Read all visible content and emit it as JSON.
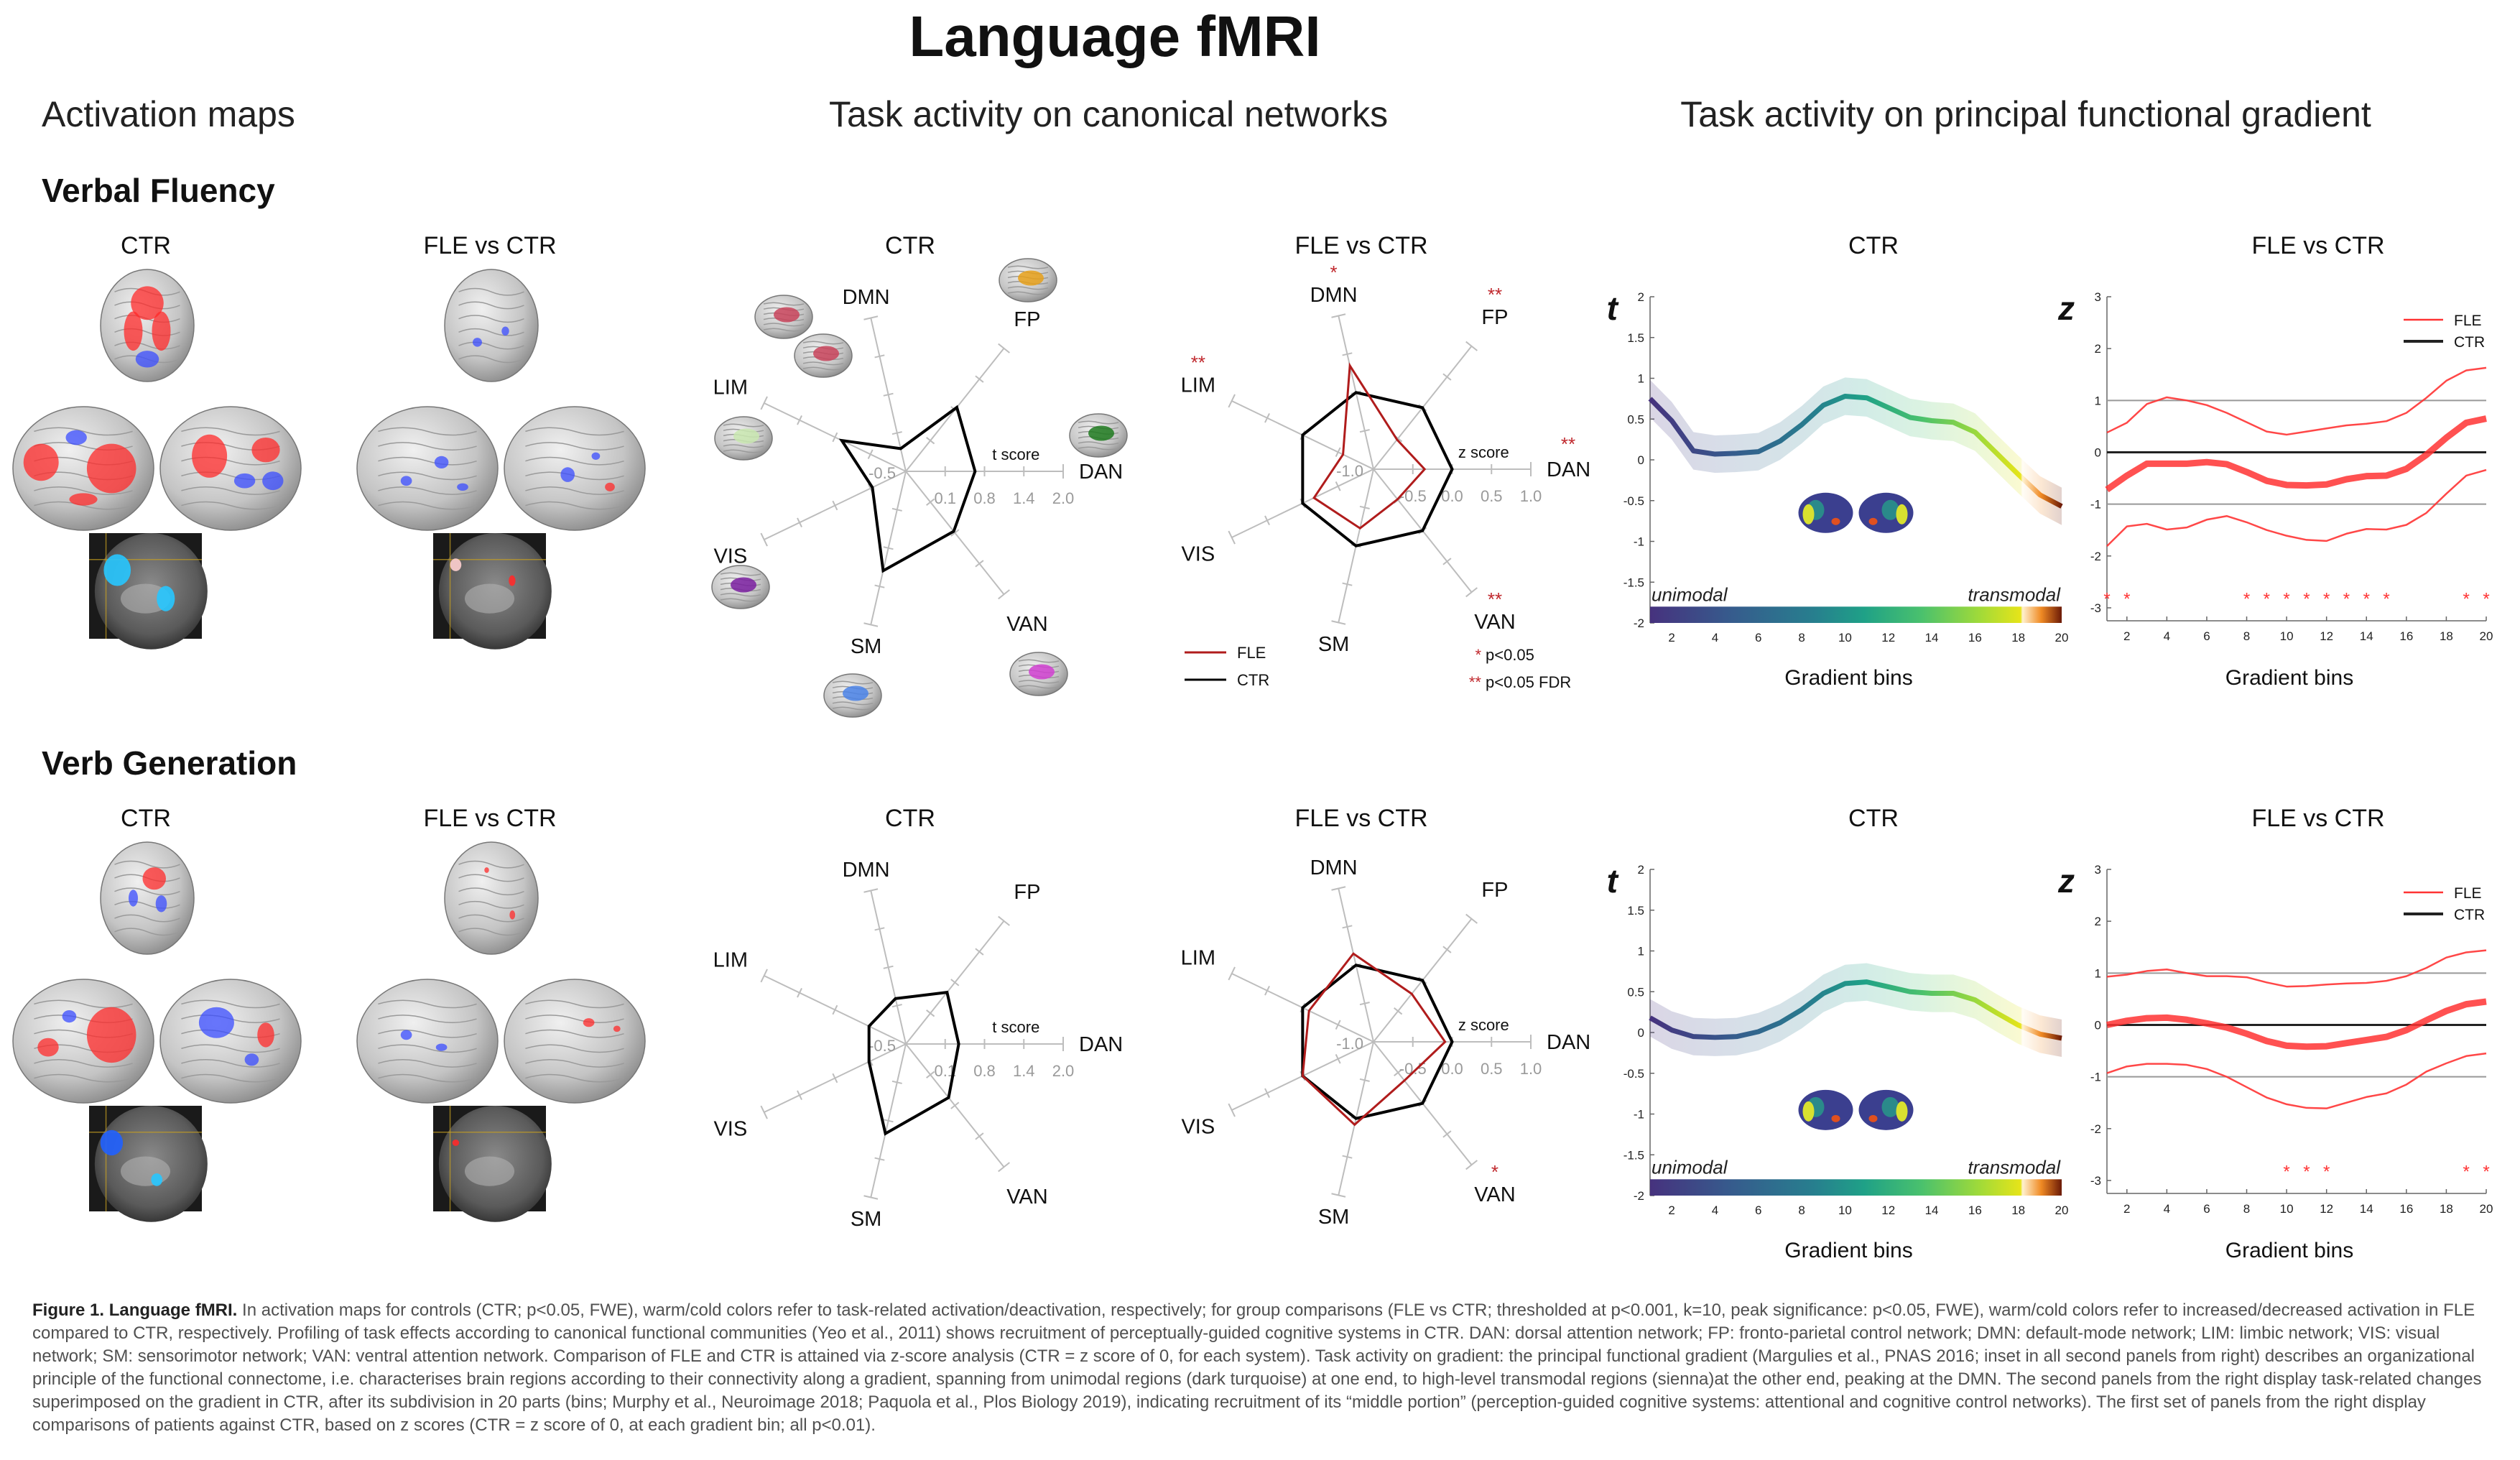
{
  "title": "Language fMRI",
  "sections": {
    "activation": "Activation maps",
    "networks": "Task activity on canonical networks",
    "gradient": "Task activity on principal functional gradient"
  },
  "rows": [
    {
      "name": "Verbal Fluency",
      "panels": {
        "act_ctr": "CTR",
        "act_fle": "FLE vs CTR",
        "net_ctr": "CTR",
        "net_fle": "FLE vs CTR",
        "grad_ctr": "CTR",
        "grad_fle": "FLE vs CTR"
      }
    },
    {
      "name": "Verb Generation",
      "panels": {
        "act_ctr": "CTR",
        "act_fle": "FLE vs CTR",
        "net_ctr": "CTR",
        "net_fle": "FLE vs CTR",
        "grad_ctr": "CTR",
        "grad_fle": "FLE vs CTR"
      }
    }
  ],
  "colors": {
    "fle": "#b01c1c",
    "ctr": "#000000",
    "fle_gradient": "#ff3333",
    "star": "#c0282d"
  },
  "network_colors": {
    "DMN": "#c8435a",
    "FP": "#e6a01a",
    "DAN": "#1f7a1f",
    "LIM": "#c9e8b0",
    "VIS": "#7a1fa0",
    "SM": "#4a82e8",
    "VAN": "#d040d0"
  },
  "chart_data": [
    {
      "type": "radar",
      "row": "Verbal Fluency",
      "title": "CTR",
      "axes": [
        "DAN",
        "FP",
        "DMN",
        "LIM",
        "VIS",
        "SM",
        "VAN"
      ],
      "scale_label": "t score",
      "range": [
        -0.5,
        2.0
      ],
      "tick_labels": [
        "-0.5",
        "0.1",
        "0.8",
        "1.4",
        "2.0"
      ],
      "series": [
        {
          "name": "CTR",
          "color": "#000000",
          "values": [
            0.6,
            0.8,
            -0.13,
            0.63,
            0.09,
            1.12,
            0.72
          ]
        }
      ],
      "stars": {}
    },
    {
      "type": "radar",
      "row": "Verbal Fluency",
      "title": "FLE vs CTR",
      "axes": [
        "DAN",
        "FP",
        "DMN",
        "LIM",
        "VIS",
        "SM",
        "VAN"
      ],
      "scale_label": "z score",
      "range": [
        -1.0,
        1.0
      ],
      "tick_labels": [
        "-1.0",
        "-0.5",
        "0.0",
        "0.5",
        "1.0"
      ],
      "series": [
        {
          "name": "CTR",
          "color": "#000000",
          "values": [
            0,
            0,
            0,
            0,
            0,
            0,
            0
          ]
        },
        {
          "name": "FLE",
          "color": "#b01c1c",
          "values": [
            -0.35,
            -0.52,
            0.35,
            -0.57,
            -0.16,
            -0.23,
            -0.51
          ]
        }
      ],
      "stars": {
        "DAN": "**",
        "FP": "**",
        "DMN": "*",
        "LIM": "**",
        "VAN": "**"
      },
      "legend": [
        {
          "label": "FLE",
          "color": "#b01c1c"
        },
        {
          "label": "CTR",
          "color": "#000000"
        }
      ],
      "significance_legend": [
        {
          "mark": "*",
          "label": "p<0.05"
        },
        {
          "mark": "**",
          "label": "p<0.05 FDR"
        }
      ]
    },
    {
      "type": "line",
      "row": "Verbal Fluency",
      "title": "CTR",
      "ylabel": "t",
      "xlabel": "Gradient bins",
      "x": [
        1,
        2,
        3,
        4,
        5,
        6,
        7,
        8,
        9,
        10,
        11,
        12,
        13,
        14,
        15,
        16,
        17,
        18,
        19,
        20
      ],
      "xticks": [
        "2",
        "4",
        "6",
        "8",
        "10",
        "12",
        "14",
        "16",
        "18",
        "20"
      ],
      "ylim": [
        -2,
        2
      ],
      "yticks": [
        "2",
        "1.5",
        "1",
        "0.5",
        "0",
        "-0.5",
        "-1",
        "-1.5",
        "-2"
      ],
      "series": [
        {
          "name": "CTR",
          "values": [
            0.75,
            0.48,
            0.11,
            0.07,
            0.08,
            0.1,
            0.23,
            0.43,
            0.67,
            0.78,
            0.76,
            0.64,
            0.52,
            0.48,
            0.46,
            0.34,
            0.08,
            -0.18,
            -0.43,
            -0.57
          ],
          "band_halfwidth": 0.23
        }
      ],
      "colorbar": {
        "left": "unimodal",
        "right": "transmodal"
      }
    },
    {
      "type": "line",
      "row": "Verbal Fluency",
      "title": "FLE vs CTR",
      "ylabel": "z",
      "xlabel": "Gradient bins",
      "x": [
        1,
        2,
        3,
        4,
        5,
        6,
        7,
        8,
        9,
        10,
        11,
        12,
        13,
        14,
        15,
        16,
        17,
        18,
        19,
        20
      ],
      "xticks": [
        "2",
        "4",
        "6",
        "8",
        "10",
        "12",
        "14",
        "16",
        "18",
        "20"
      ],
      "ylim": [
        -3.25,
        3
      ],
      "yticks": [
        "3",
        "2",
        "1",
        "0",
        "-1",
        "-2",
        "-3"
      ],
      "series": [
        {
          "name": "FLE",
          "values": [
            -0.72,
            -0.45,
            -0.22,
            -0.22,
            -0.22,
            -0.19,
            -0.23,
            -0.38,
            -0.55,
            -0.63,
            -0.64,
            -0.62,
            -0.52,
            -0.46,
            -0.45,
            -0.32,
            -0.05,
            0.28,
            0.57,
            0.65
          ],
          "upper": [
            0.38,
            0.57,
            0.93,
            1.06,
            1.0,
            0.91,
            0.76,
            0.58,
            0.4,
            0.34,
            0.4,
            0.46,
            0.52,
            0.55,
            0.6,
            0.76,
            1.05,
            1.38,
            1.58,
            1.63
          ],
          "lower": [
            -1.81,
            -1.43,
            -1.38,
            -1.49,
            -1.45,
            -1.3,
            -1.23,
            -1.35,
            -1.5,
            -1.61,
            -1.69,
            -1.71,
            -1.57,
            -1.48,
            -1.49,
            -1.4,
            -1.17,
            -0.8,
            -0.45,
            -0.34
          ]
        },
        {
          "name": "CTR",
          "values": [
            0,
            0,
            0,
            0,
            0,
            0,
            0,
            0,
            0,
            0,
            0,
            0,
            0,
            0,
            0,
            0,
            0,
            0,
            0,
            0
          ]
        }
      ],
      "reference_lines": [
        1,
        -1
      ],
      "significant_bins": [
        1,
        2,
        8,
        9,
        10,
        11,
        12,
        13,
        14,
        15,
        19,
        20
      ],
      "legend": [
        {
          "label": "FLE",
          "color": "#ff3333"
        },
        {
          "label": "CTR",
          "color": "#222222"
        }
      ]
    },
    {
      "type": "radar",
      "row": "Verb Generation",
      "title": "CTR",
      "axes": [
        "DAN",
        "FP",
        "DMN",
        "LIM",
        "VIS",
        "SM",
        "VAN"
      ],
      "scale_label": "t score",
      "range": [
        -0.5,
        2.0
      ],
      "tick_labels": [
        "-0.5",
        "0.1",
        "0.8",
        "1.4",
        "2.0"
      ],
      "series": [
        {
          "name": "CTR",
          "color": "#000000",
          "values": [
            0.34,
            0.55,
            0.24,
            0.15,
            0.15,
            0.96,
            0.59
          ]
        }
      ],
      "stars": {}
    },
    {
      "type": "radar",
      "row": "Verb Generation",
      "title": "FLE vs CTR",
      "axes": [
        "DAN",
        "FP",
        "DMN",
        "LIM",
        "VIS",
        "SM",
        "VAN"
      ],
      "scale_label": "z score",
      "range": [
        -1.0,
        1.0
      ],
      "tick_labels": [
        "-1.0",
        "-0.5",
        "0.0",
        "0.5",
        "1.0"
      ],
      "series": [
        {
          "name": "CTR",
          "color": "#000000",
          "values": [
            0,
            0,
            0,
            0,
            0,
            0,
            0
          ]
        },
        {
          "name": "FLE",
          "color": "#b01c1c",
          "values": [
            -0.09,
            -0.22,
            0.15,
            -0.09,
            0.0,
            0.08,
            -0.37
          ]
        }
      ],
      "stars": {
        "VAN": "*"
      }
    },
    {
      "type": "line",
      "row": "Verb Generation",
      "title": "CTR",
      "ylabel": "t",
      "xlabel": "Gradient bins",
      "x": [
        1,
        2,
        3,
        4,
        5,
        6,
        7,
        8,
        9,
        10,
        11,
        12,
        13,
        14,
        15,
        16,
        17,
        18,
        19,
        20
      ],
      "xticks": [
        "2",
        "4",
        "6",
        "8",
        "10",
        "12",
        "14",
        "16",
        "18",
        "20"
      ],
      "ylim": [
        -2,
        2
      ],
      "yticks": [
        "2",
        "1.5",
        "1",
        "0.5",
        "0",
        "-0.5",
        "-1",
        "-1.5",
        "-2"
      ],
      "series": [
        {
          "name": "CTR",
          "values": [
            0.18,
            0.03,
            -0.05,
            -0.06,
            -0.05,
            0.01,
            0.12,
            0.28,
            0.48,
            0.6,
            0.62,
            0.56,
            0.5,
            0.48,
            0.48,
            0.4,
            0.24,
            0.09,
            -0.02,
            -0.07
          ],
          "band_halfwidth": 0.23
        }
      ],
      "colorbar": {
        "left": "unimodal",
        "right": "transmodal"
      }
    },
    {
      "type": "line",
      "row": "Verb Generation",
      "title": "FLE vs CTR",
      "ylabel": "z",
      "xlabel": "Gradient bins",
      "x": [
        1,
        2,
        3,
        4,
        5,
        6,
        7,
        8,
        9,
        10,
        11,
        12,
        13,
        14,
        15,
        16,
        17,
        18,
        19,
        20
      ],
      "xticks": [
        "2",
        "4",
        "6",
        "8",
        "10",
        "12",
        "14",
        "16",
        "18",
        "20"
      ],
      "ylim": [
        -3.25,
        3
      ],
      "yticks": [
        "3",
        "2",
        "1",
        "0",
        "-1",
        "-2",
        "-3"
      ],
      "series": [
        {
          "name": "FLE",
          "values": [
            0.0,
            0.08,
            0.13,
            0.14,
            0.1,
            0.03,
            -0.05,
            -0.17,
            -0.31,
            -0.4,
            -0.42,
            -0.41,
            -0.35,
            -0.29,
            -0.23,
            -0.1,
            0.09,
            0.27,
            0.4,
            0.45
          ],
          "upper": [
            0.93,
            0.97,
            1.04,
            1.07,
            1.0,
            0.94,
            0.94,
            0.92,
            0.82,
            0.74,
            0.75,
            0.78,
            0.8,
            0.81,
            0.85,
            0.94,
            1.1,
            1.3,
            1.4,
            1.44
          ],
          "lower": [
            -0.93,
            -0.8,
            -0.75,
            -0.75,
            -0.77,
            -0.85,
            -1.0,
            -1.2,
            -1.4,
            -1.53,
            -1.6,
            -1.61,
            -1.5,
            -1.39,
            -1.32,
            -1.15,
            -0.9,
            -0.74,
            -0.6,
            -0.55
          ]
        },
        {
          "name": "CTR",
          "values": [
            0,
            0,
            0,
            0,
            0,
            0,
            0,
            0,
            0,
            0,
            0,
            0,
            0,
            0,
            0,
            0,
            0,
            0,
            0,
            0
          ]
        }
      ],
      "reference_lines": [
        1,
        -1
      ],
      "significant_bins": [
        10,
        11,
        12,
        19,
        20
      ],
      "legend": [
        {
          "label": "FLE",
          "color": "#ff3333"
        },
        {
          "label": "CTR",
          "color": "#222222"
        }
      ]
    }
  ],
  "caption": {
    "label": "Figure 1. Language fMRI.",
    "text": "In activation maps for controls (CTR; p<0.05, FWE), warm/cold colors refer to task-related activation/deactivation, respectively; for group comparisons (FLE vs CTR; thresholded at p<0.001, k=10,  peak significance: p<0.05, FWE), warm/cold colors refer to increased/decreased activation in FLE compared to CTR, respectively. Profiling of task effects according to canonical functional communities (Yeo et al., 2011) shows recruitment of perceptually-guided cognitive systems in CTR. DAN: dorsal attention network; FP: fronto-parietal control network; DMN: default-mode network; LIM: limbic network; VIS: visual network; SM: sensorimotor network; VAN: ventral attention network. Comparison of FLE and CTR is attained via z-score analysis (CTR = z score of 0, for each system). Task activity on gradient: the principal functional gradient (Margulies et al., PNAS 2016; inset in all second panels from right) describes an organizational principle of the functional connectome, i.e. characterises brain regions according to their connectivity along a gradient, spanning from unimodal regions (dark turquoise) at one end, to high-level transmodal regions (sienna)at the other end, peaking at the DMN. The second panels from the right display task-related changes superimposed on the gradient in CTR, after its subdivision in 20 parts (bins; Murphy et al., Neuroimage 2018; Paquola et al., Plos Biology 2019), indicating recruitment of its “middle portion” (perception-guided cognitive systems: attentional and cognitive control networks). The first set of panels from the right display comparisons of patients against CTR, based on z scores (CTR = z score of 0,  at each gradient bin; all p<0.01)."
  }
}
